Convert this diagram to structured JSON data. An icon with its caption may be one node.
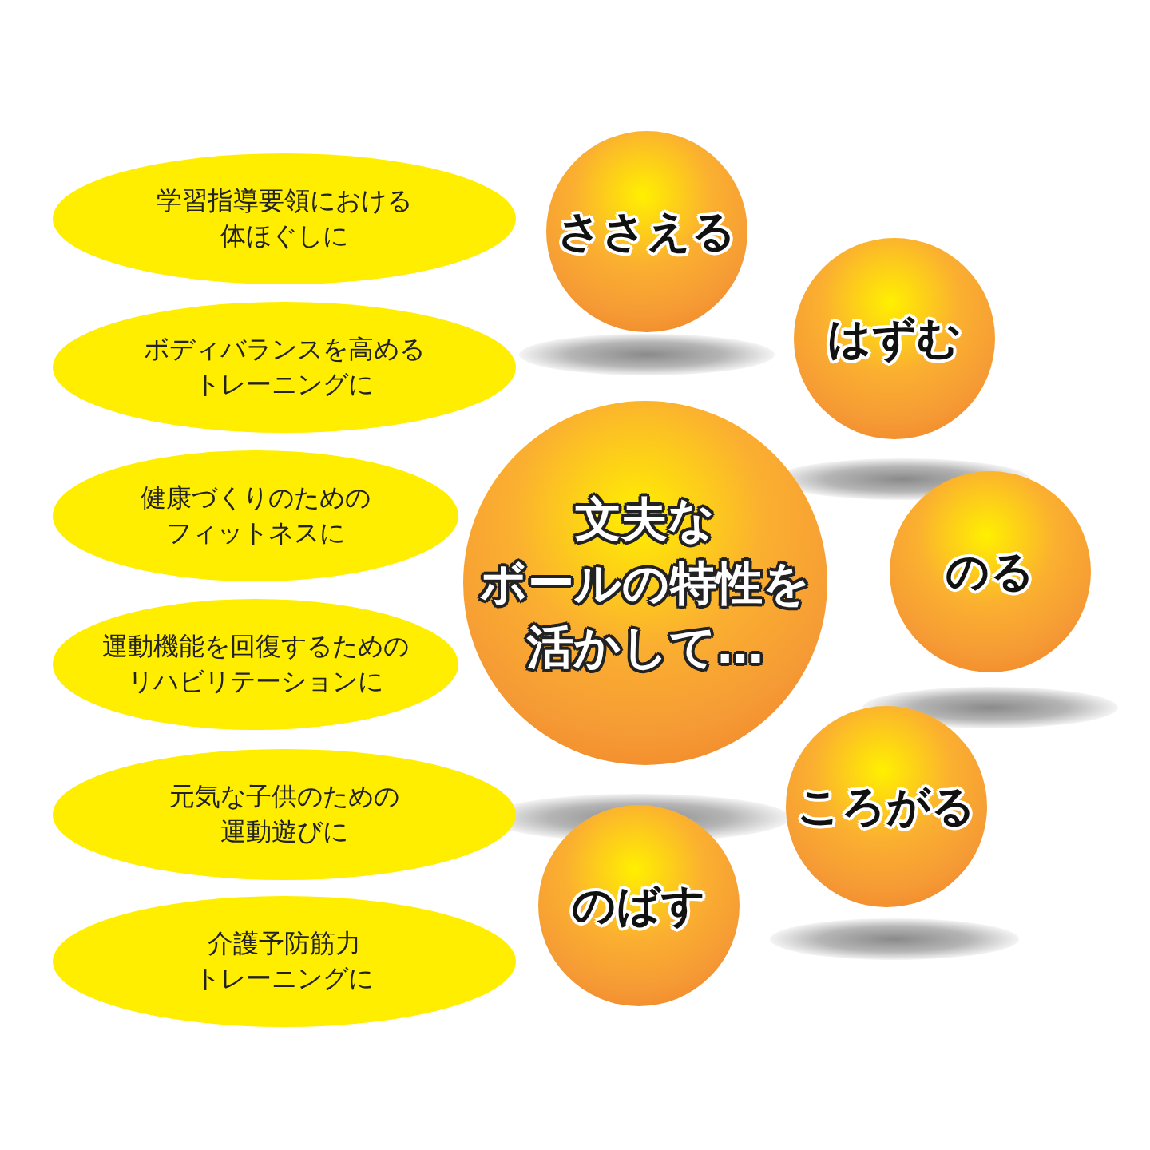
{
  "diagram": {
    "nodes": [
      {
        "text": [
          "学習指導要領における体ほぐしに"
        ]
      },
      {
        "text": [
          "ボディバランスを高めるトレーニングに"
        ]
      },
      {
        "text": [
          "健康づくりのためのフィットネスに"
        ]
      },
      {
        "text": [
          "運動機能を回復するためのリハビリテーションに"
        ]
      },
      {
        "text": [
          "元気な子供のための運動遊びに"
        ]
      },
      {
        "text": [
          "介護予防筋力トレーニングに"
        ]
      },
      {
        "text": [
          "文夫なボールの特性を活かして…"
        ]
      },
      {
        "text": [
          "ささえる"
        ]
      },
      {
        "text": [
          "はずむ"
        ]
      },
      {
        "text": [
          "のる"
        ]
      },
      {
        "text": [
          "ころがる"
        ]
      },
      {
        "text": [
          "のばす"
        ]
      }
    ]
  }
}
